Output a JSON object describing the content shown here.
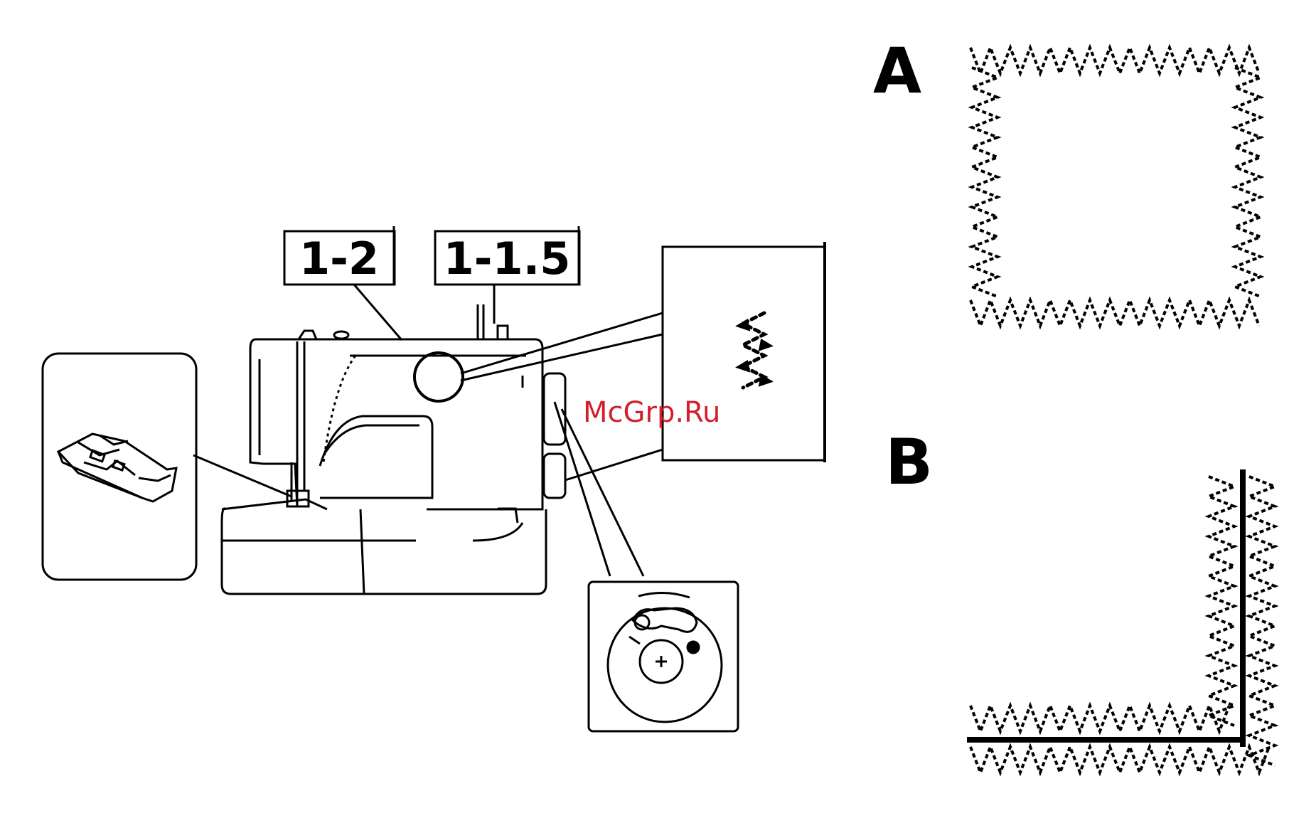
{
  "diagram": {
    "stitch_width_label": "1-2",
    "stitch_length_label": "1-1.5",
    "panel_a_letter": "A",
    "panel_b_letter": "B",
    "watermark": "McGrp.Ru",
    "colors": {
      "ink": "#000000",
      "paper": "#ffffff",
      "watermark": "#d0202a"
    }
  }
}
